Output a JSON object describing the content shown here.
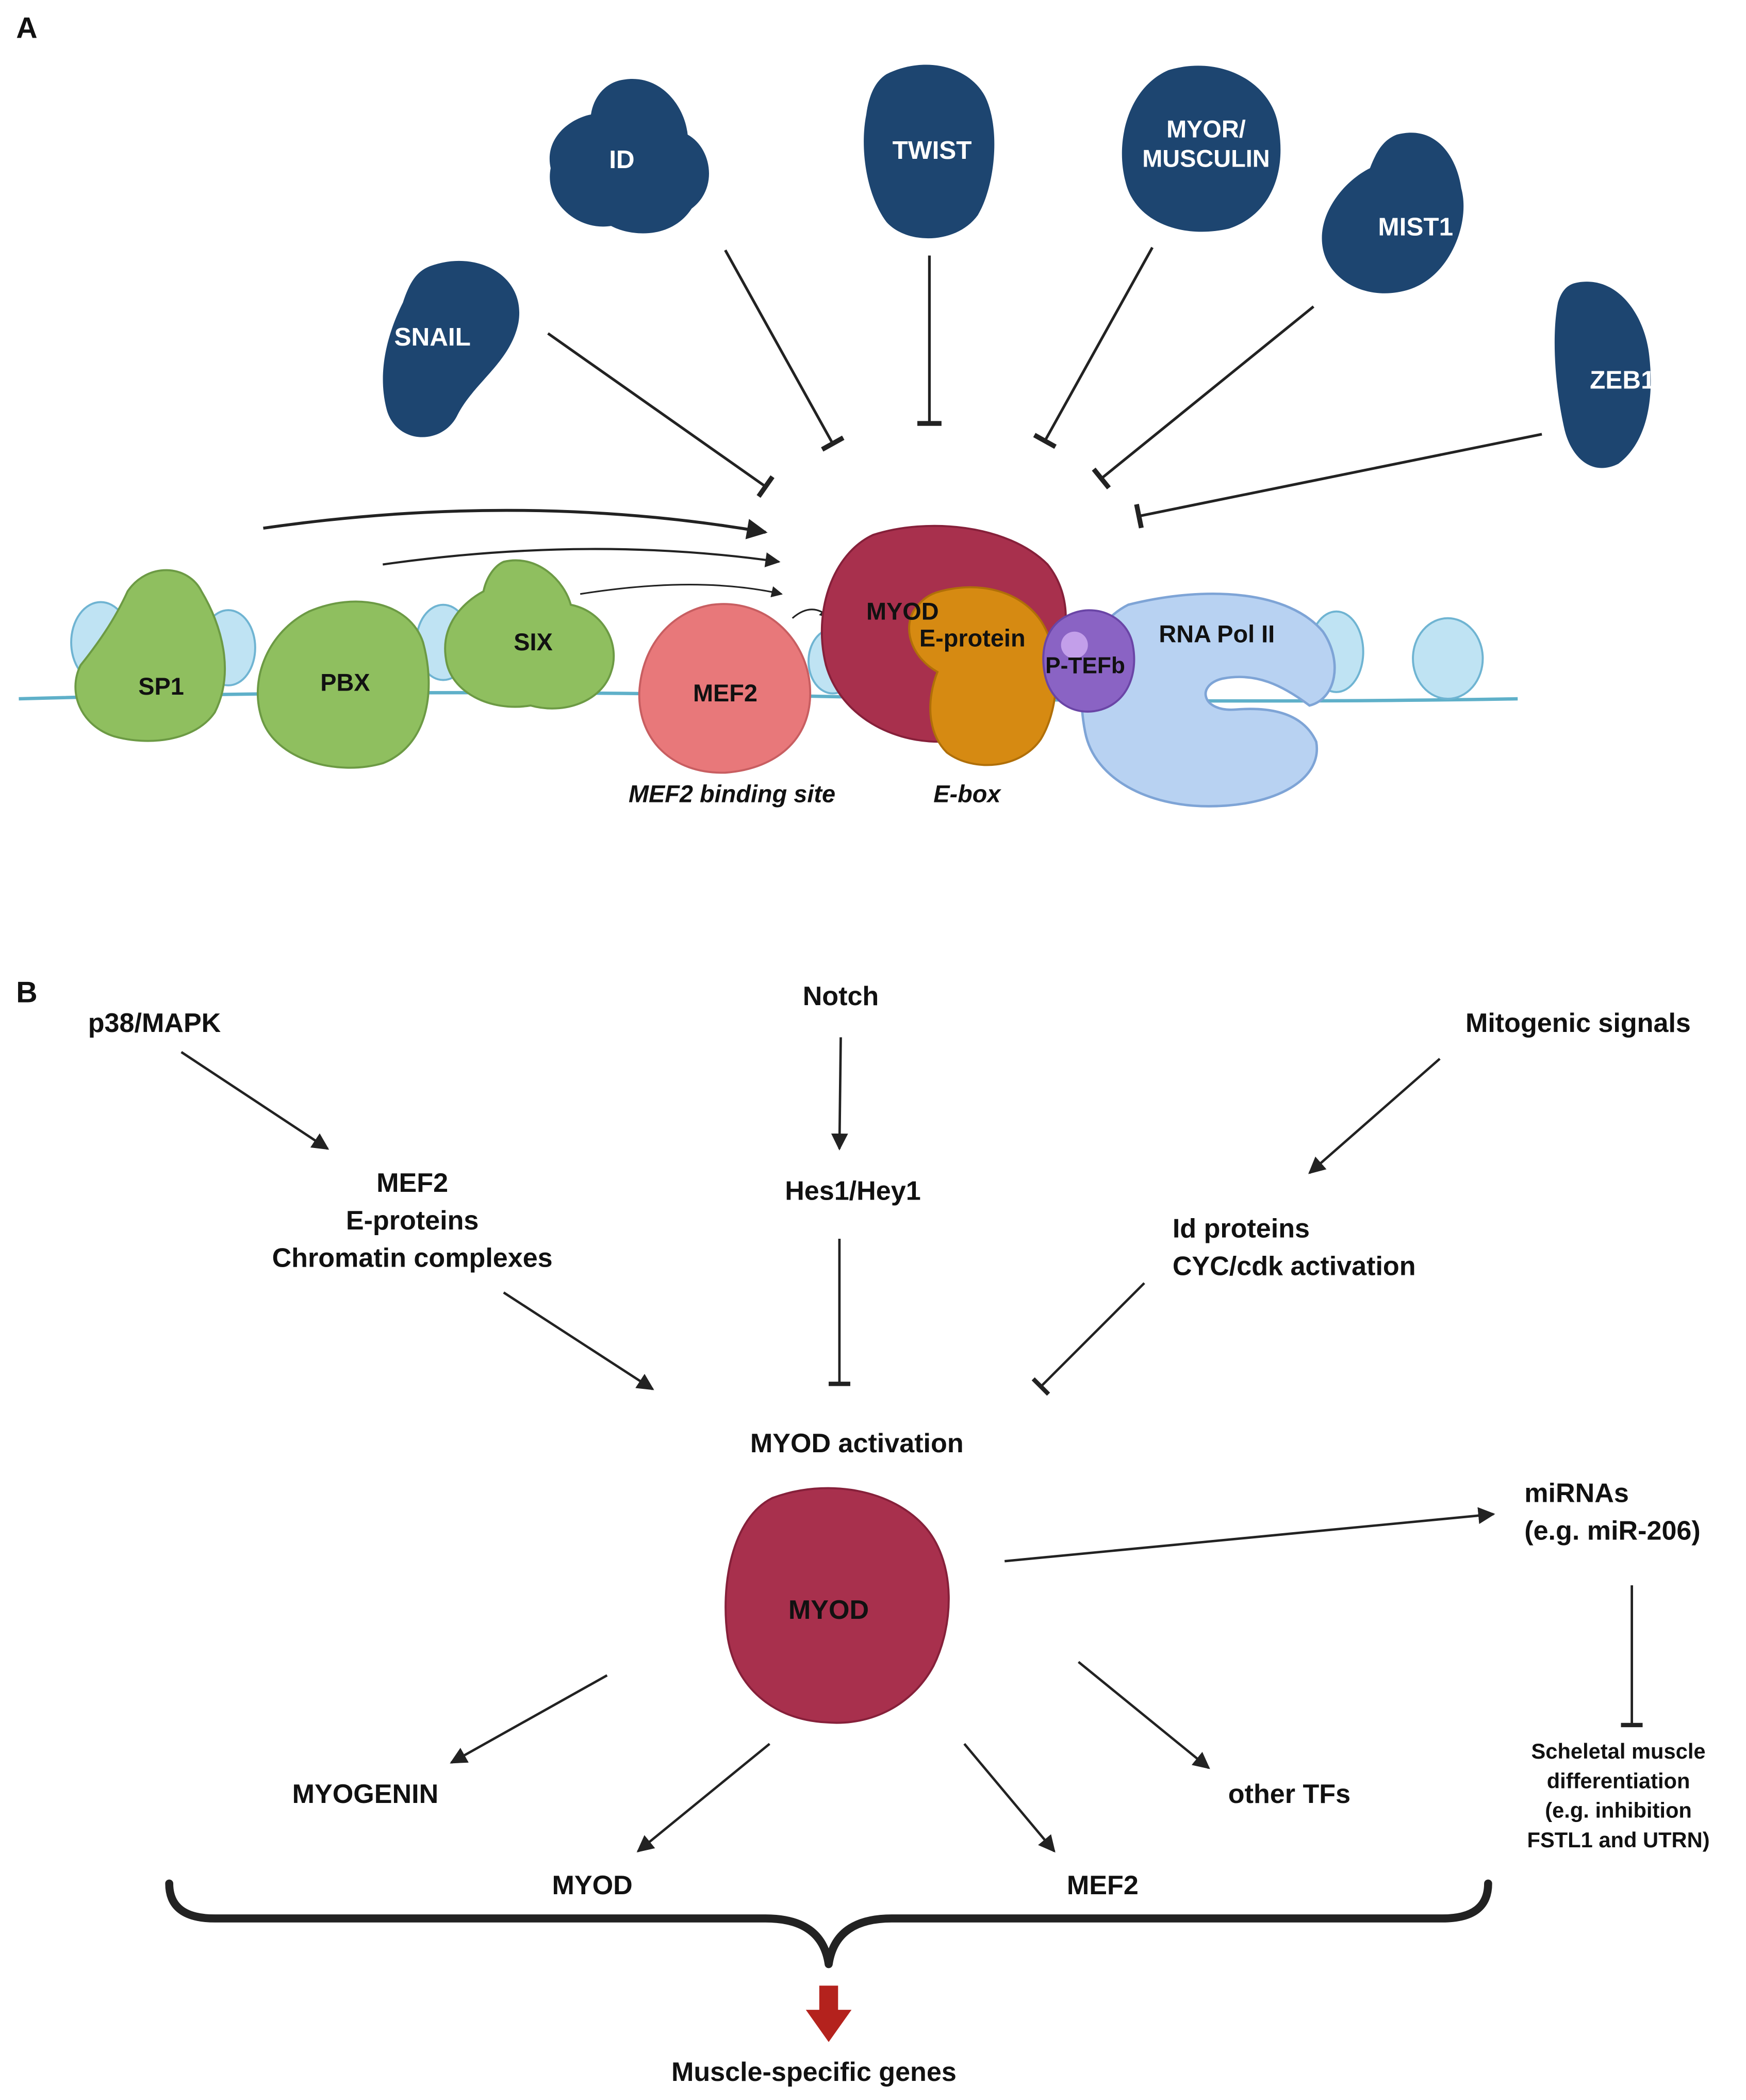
{
  "panel_a": {
    "panel_letter": "A",
    "repressors": [
      "SNAIL",
      "ID",
      "TWIST",
      "MYOR/",
      "MUSCULIN",
      "MIST1",
      "ZEB1"
    ],
    "factors": {
      "sp1": "SP1",
      "pbx": "PBX",
      "six": "SIX",
      "mef2": "MEF2",
      "myod": "MYOD",
      "eprotein": "E-protein",
      "ptefb": "P-TEFb",
      "rnapol": "RNA Pol II"
    },
    "sites": {
      "mef2_site": "MEF2 binding site",
      "ebox": "E-box"
    },
    "colors": {
      "repressor": "#1d4570",
      "green": "#8fbf5f",
      "mef2": "#e8787a",
      "myod": "#a8304d",
      "eprotein": "#d68a12",
      "ptefb": "#8a63c4",
      "rnapol": "#b8d2f2",
      "dna": "#5fb0c9"
    }
  },
  "panel_b": {
    "panel_letter": "B",
    "p38": "p38/MAPK",
    "notch": "Notch",
    "mitogenic": "Mitogenic signals",
    "mef2_line1": "MEF2",
    "mef2_line2": "E-proteins",
    "mef2_line3": "Chromatin complexes",
    "hes": "Hes1/Hey1",
    "id_line1": "Id proteins",
    "id_line2": "CYC/cdk activation",
    "myod_activation": "MYOD activation",
    "myod_blob": "MYOD",
    "mirna_line1": "miRNAs",
    "mirna_line2": "(e.g. miR-206)",
    "sk_line1": "Scheletal muscle",
    "sk_line2": "differentiation",
    "sk_line3": "(e.g. inhibition",
    "sk_line4": "FSTL1 and UTRN)",
    "myogenin": "MYOGENIN",
    "myod_target": "MYOD",
    "mef2_target": "MEF2",
    "other_tfs": "other TFs",
    "muscle_genes": "Muscle-specific genes",
    "colors": {
      "arrow_red": "#b4221d",
      "myod": "#a8304d"
    }
  }
}
